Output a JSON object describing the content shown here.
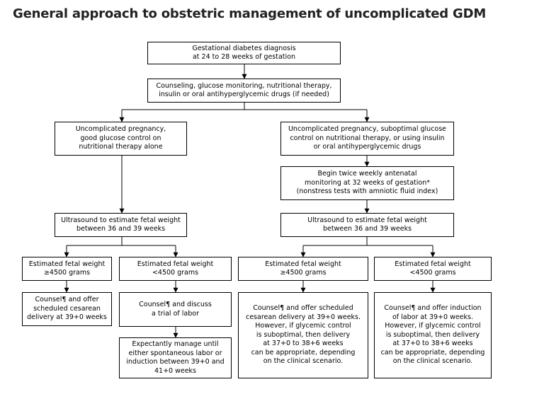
{
  "title": "General approach to obstetric management of uncomplicated GDM",
  "nodes": {
    "diagnosis": "Gestational diabetes diagnosis\nat 24 to 28 weeks of gestation",
    "counseling": "Counseling, glucose monitoring, nutritional therapy,\ninsulin or oral antihyperglycemic drugs (if needed)",
    "good_control": "Uncomplicated pregnancy,\ngood glucose control on\nnutritional therapy alone",
    "suboptimal_control": "Uncomplicated pregnancy, suboptimal glucose\ncontrol on nutritional therapy, or using insulin\nor oral antihyperglycemic drugs",
    "antenatal_monitoring": "Begin twice weekly antenatal\nmonitoring at 32 weeks of gestation*\n(nonstress tests with amniotic fluid index)",
    "ultrasound_left": "Ultrasound to estimate fetal weight\nbetween 36 and 39 weeks",
    "ultrasound_right": "Ultrasound to estimate fetal weight\nbetween 36 and 39 weeks",
    "weight_ge4500_left": "Estimated fetal weight\n≥4500 grams",
    "weight_lt4500_left": "Estimated fetal weight\n<4500 grams",
    "weight_ge4500_right": "Estimated fetal weight\n≥4500 grams",
    "weight_lt4500_right": "Estimated fetal weight\n<4500 grams",
    "cesarean_left": "Counsel¶ and offer\nscheduled cesarean\ndelivery at 39+0 weeks",
    "trial_of_labor": "Counsel¶ and discuss\na trial of labor",
    "expectant_manage": "Expectantly manage until\neither spontaneous labor or\ninduction between 39+0 and\n41+0 weeks",
    "cesarean_right": "Counsel¶ and offer scheduled\ncesarean delivery at 39+0 weeks.\nHowever, if glycemic control\nis suboptimal, then delivery\nat 37+0 to 38+6 weeks\ncan be appropriate, depending\non the clinical scenario.",
    "induction_right": "Counsel¶ and offer induction\nof labor at 39+0 weeks.\nHowever, if glycemic control\nis suboptimal, then delivery\nat 37+0 to 38+6 weeks\ncan be appropriate, depending\non the clinical scenario."
  }
}
